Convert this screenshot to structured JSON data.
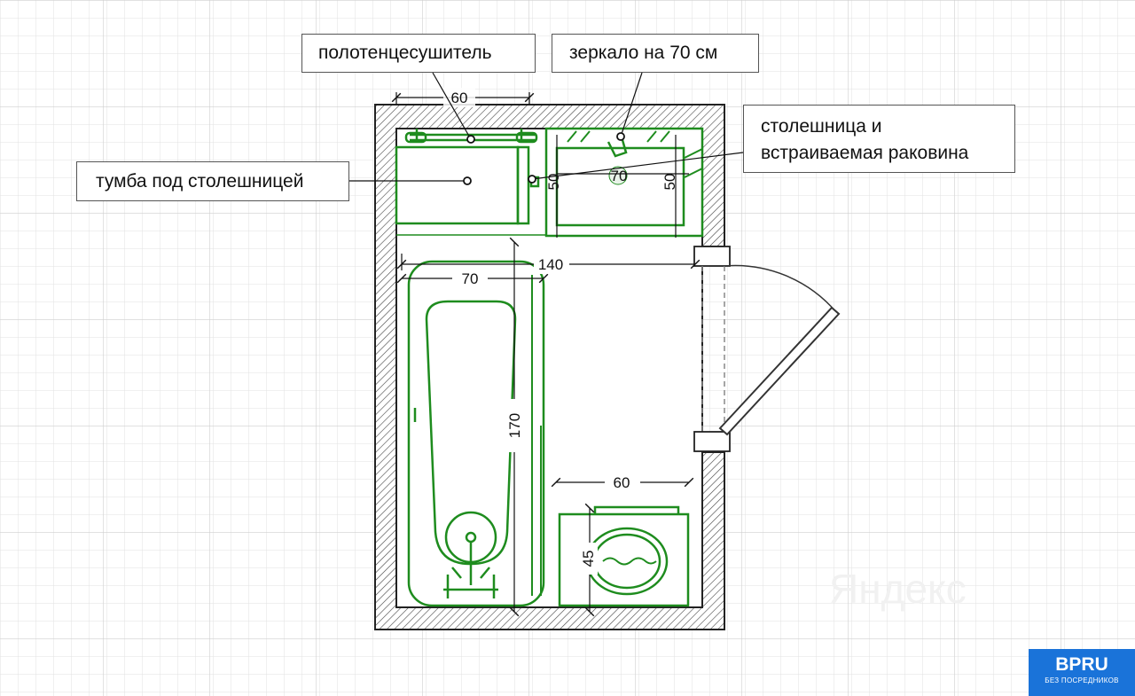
{
  "labels": {
    "towel_dryer": "полотенцесушитель",
    "mirror": "зеркало на 70 см",
    "countertop_line1": "столешница и",
    "countertop_line2": "встраиваемая раковина",
    "cabinet": "тумба под столешницей"
  },
  "dimensions": {
    "towel_dryer_width": "60",
    "cabinet_depth": "50",
    "sink_width": "70",
    "sink_depth": "50",
    "room_width": "140",
    "bath_width": "70",
    "bath_length": "170",
    "washer_width": "60",
    "washer_depth": "45"
  },
  "logo": {
    "brand": "BPRU",
    "tagline": "БЕЗ ПОСРЕДНИКОВ"
  },
  "watermark": "Яндекс",
  "colors": {
    "fixture": "#1e8c1e",
    "wall": "#222222",
    "grid": "#d9d9d9",
    "logo_bg": "#1a73d9"
  }
}
